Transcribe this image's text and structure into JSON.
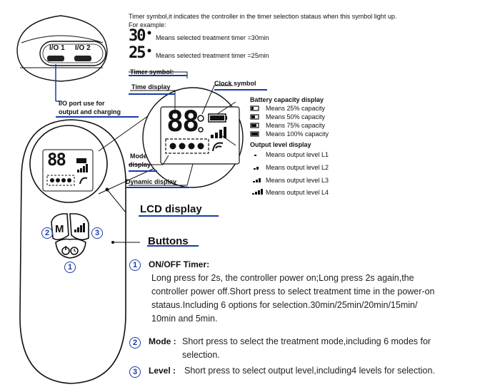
{
  "timer_intro": {
    "line1": "Timer symbol,it indicates the controller in the timer selection stataus when this symbol light up.",
    "line2": "For example:",
    "ex1_digits": "30",
    "ex1_text": "Means  selected treatment  timer =30min",
    "ex2_digits": "25",
    "ex2_text": "Means  selected treatment  timer =25min"
  },
  "device_top": {
    "port1": "I/O 1",
    "port2": "I/O 2",
    "port_label_line1": "I/O port use for",
    "port_label_line2": "output and charging"
  },
  "lcd_callouts": {
    "timer_symbol": "Timer symbol:",
    "time_display": "Time display",
    "clock_symbol": "Clock symbol",
    "battery_title": "Battery capacity display",
    "battery_levels": [
      "Means  25% capacity",
      "Means  50% capacity",
      "Means  75% capacity",
      "Means  100% capacity"
    ],
    "output_title": "Output level display",
    "output_levels": [
      "Means  output  level  L1",
      "Means  output  level  L2",
      "Means  output  level  L3",
      "Means  output  level  L4"
    ],
    "mode_display_line1": "Mode",
    "mode_display_line2": "display",
    "dynamic_display": "Dynamic display",
    "lcd_digits": "88"
  },
  "section_labels": {
    "lcd": "LCD display",
    "buttons": "Buttons"
  },
  "device_buttons": {
    "mode_glyph": "M",
    "n1": "1",
    "n2": "2",
    "n3": "3"
  },
  "descriptions": {
    "on_off_title": "ON/OFF  Timer:",
    "on_off_lines": [
      "Long press for 2s, the controller power on;Long press 2s again,the",
      "controller power off.Short press to select treatment time in the power-on",
      "stataus.Including 6 options for selection.30min/25min/20min/15min/",
      "10min and 5min."
    ],
    "mode_title": "Mode :",
    "mode_line1": "Short press to select the treatment mode,including 6 modes for",
    "mode_line2": "selection.",
    "level_title": "Level :",
    "level_line": "Short press to select output level,including4 levels for selection."
  }
}
